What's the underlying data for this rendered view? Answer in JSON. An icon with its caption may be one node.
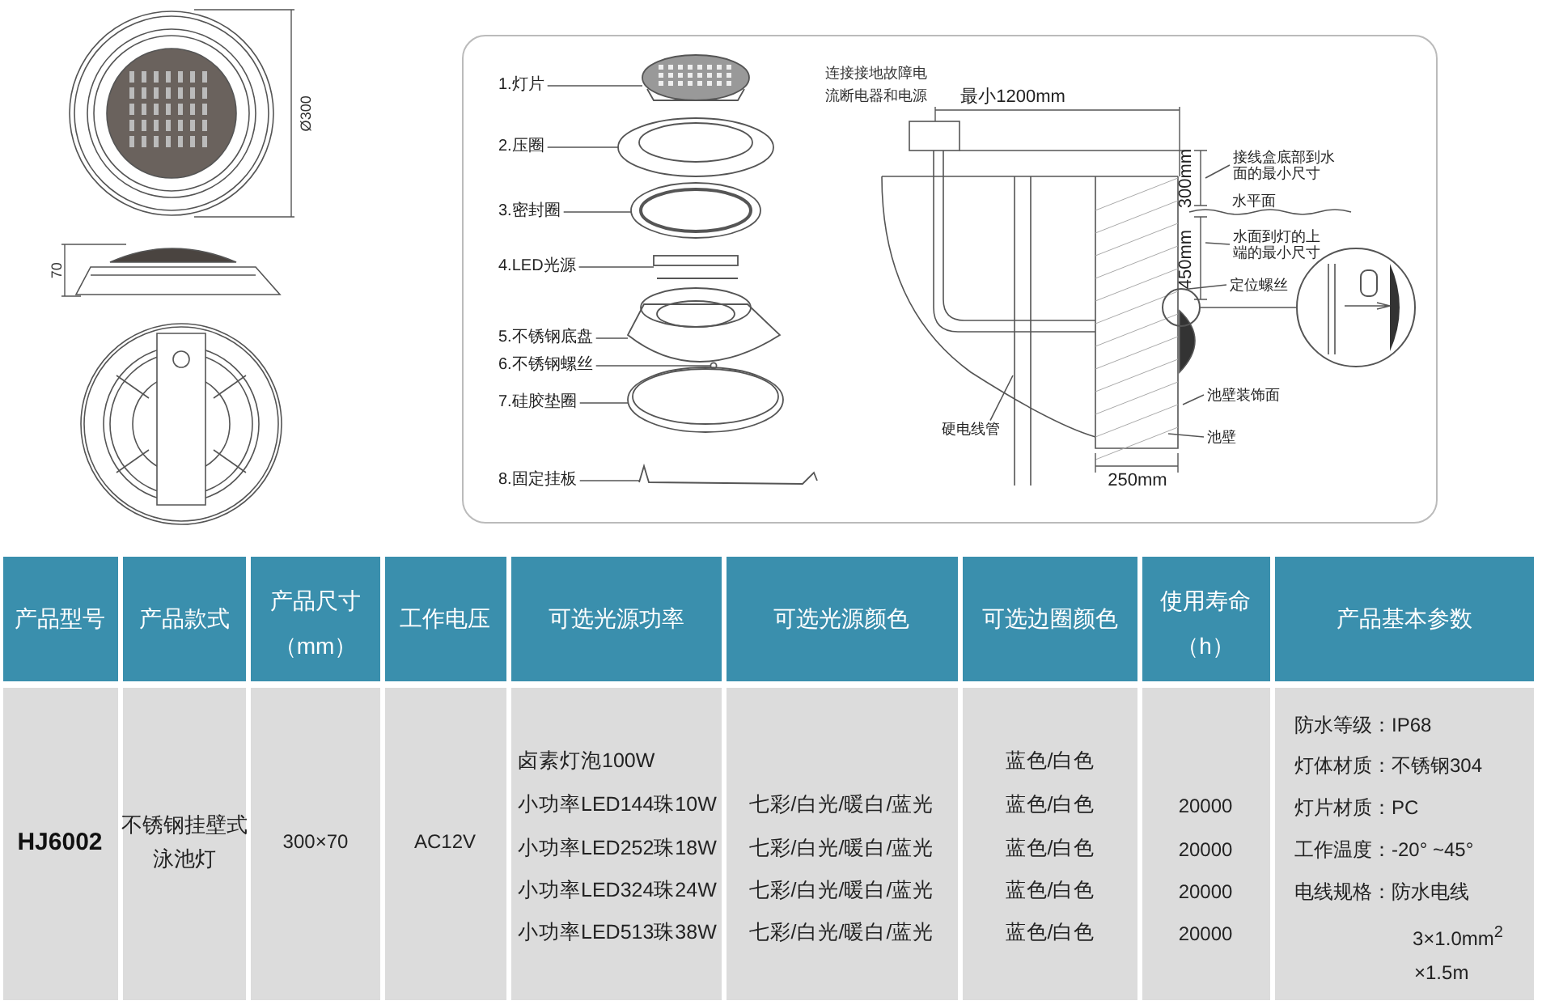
{
  "diagram": {
    "nodes": [
      {
        "text": [
          "1.灯片"
        ]
      },
      {
        "text": [
          "2.压圈"
        ]
      },
      {
        "text": [
          "3.密封圈"
        ]
      },
      {
        "text": [
          "4.LED光源"
        ]
      },
      {
        "text": [
          "5.不锈钢底盘"
        ]
      },
      {
        "text": [
          "6.不锈钢螺丝"
        ]
      },
      {
        "text": [
          "7.硅胶垫圈"
        ]
      },
      {
        "text": [
          "8.固定挂板"
        ]
      },
      {
        "text": [
          "接线盒底部到水面的最小尺寸"
        ]
      },
      {
        "text": [
          "水面到灯的上端的最小尺寸"
        ]
      },
      {
        "text": [
          "定位螺丝"
        ]
      },
      {
        "text": [
          "池壁装饰面"
        ]
      },
      {
        "text": [
          "池壁"
        ]
      },
      {
        "text": [
          "硬电线管"
        ]
      },
      {
        "text": [],
        "shape": "circle"
      },
      {
        "text": [],
        "shape": "circle"
      },
      {
        "text": [],
        "shape": "picture"
      },
      {
        "text": [],
        "shape": "picture"
      },
      {
        "text": [],
        "shape": "picture"
      },
      {
        "text": [],
        "shape": "picture"
      },
      {
        "text": [],
        "shape": "picture"
      },
      {
        "text": [],
        "shape": "circle"
      },
      {
        "text": [],
        "shape": "picture"
      },
      {
        "text": [],
        "shape": "picture"
      }
    ],
    "edges": [
      {
        "from": 0,
        "to": 16,
        "arrow": "none"
      },
      {
        "from": 1,
        "to": 17,
        "arrow": "none"
      },
      {
        "from": 2,
        "to": 18,
        "arrow": "none"
      },
      {
        "from": 3,
        "to": 19,
        "arrow": "none"
      },
      {
        "from": 4,
        "to": 20,
        "arrow": "none"
      },
      {
        "from": 5,
        "to": 21,
        "arrow": "none"
      },
      {
        "from": 6,
        "to": 22,
        "arrow": "none"
      },
      {
        "from": 7,
        "to": 23,
        "arrow": "none"
      },
      {
        "from": 8,
        "to": null,
        "arrow": "none"
      },
      {
        "from": 9,
        "to": null,
        "arrow": "none"
      },
      {
        "from": 10,
        "to": 14,
        "arrow": "none"
      },
      {
        "from": 11,
        "to": null,
        "arrow": "none"
      },
      {
        "from": 12,
        "to": null,
        "arrow": "none"
      },
      {
        "from": 13,
        "to": null,
        "arrow": "none"
      },
      {
        "from": 14,
        "to": 15,
        "arrow": "none"
      }
    ],
    "labels": [
      "Ø300",
      "70",
      "连接接地故障电流断电器和电源",
      "最小1200mm",
      "300mm",
      "水平面",
      "450mm",
      "250mm",
      "产品型号",
      "产品款式",
      "产品尺寸",
      "（mm）",
      "工作电压",
      "可选光源功率",
      "可选光源颜色",
      "可选边圈颜色",
      "使用寿命",
      "（h）",
      "产品基本参数",
      "HJ6002",
      "不锈钢挂壁式泳池灯",
      "300×70",
      "AC12V",
      "卤素灯泡100W",
      "小功率LED144珠10W",
      "小功率LED252珠18W",
      "小功率LED324珠24W",
      "小功率LED513珠38W",
      "七彩/白光/暖白/蓝光",
      "七彩/白光/暖白/蓝光",
      "七彩/白光/暖白/蓝光",
      "七彩/白光/暖白/蓝光",
      "蓝色/白色",
      "蓝色/白色",
      "蓝色/白色",
      "蓝色/白色",
      "蓝色/白色",
      "20000",
      "20000",
      "20000",
      "20000",
      "防水等级：IP68",
      "灯体材质：不锈钢304",
      "灯片材质：PC",
      "工作温度：-20° ~45°",
      "电线规格：防水电线",
      "3×1.0mm$^{2}$",
      "×1.5m"
    ]
  }
}
